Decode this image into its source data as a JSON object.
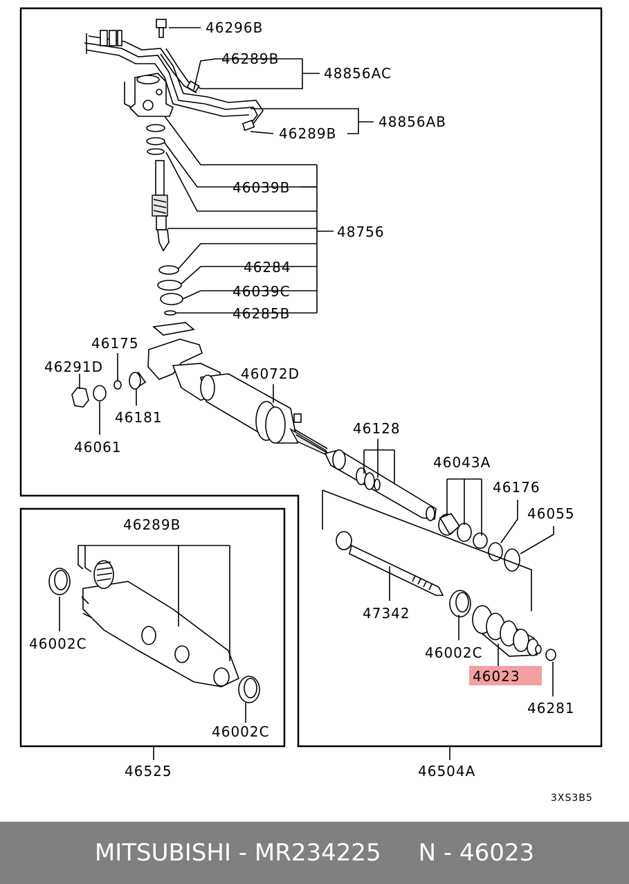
{
  "labels": {
    "l46296B": "46296B",
    "l46289B_top": "46289B",
    "l48856AC": "48856AC",
    "l46289B_mid": "46289B",
    "l48856AB": "48856AB",
    "l46039B": "46039B",
    "l48756": "48756",
    "l46284": "46284",
    "l46039C": "46039C",
    "l46285B": "46285B",
    "l46175": "46175",
    "l46291D": "46291D",
    "l46181": "46181",
    "l46061": "46061",
    "l46072D": "46072D",
    "l46128": "46128",
    "l46043A": "46043A",
    "l46176": "46176",
    "l46055": "46055",
    "l47342": "47342",
    "l46002C_right": "46002C",
    "l46023": "46023",
    "l46281": "46281",
    "l46289B_inset": "46289B",
    "l46002C_inset_top": "46002C",
    "l46002C_inset_bottom": "46002C",
    "l46525": "46525",
    "l46504A": "46504A",
    "code": "3XS3B5"
  },
  "highlight": {
    "part": "46023",
    "color": "#f4a0a0"
  },
  "footer": {
    "text": "MITSUBISHI - MR234225     N - 46023",
    "background": "#808080",
    "color": "#ffffff"
  }
}
